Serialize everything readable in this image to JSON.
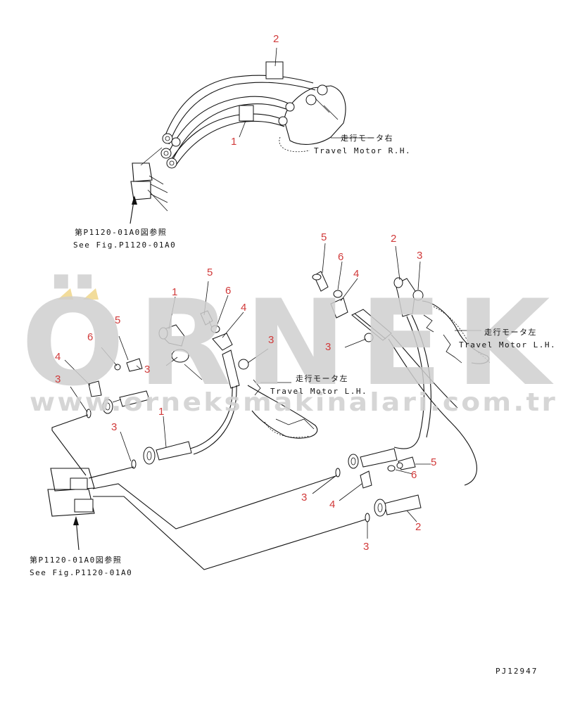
{
  "watermark": {
    "brand": "ÖRNEK",
    "url": "www.orneksmakinalari.com.tr",
    "accent_color": "#f2dc9a",
    "text_color": "#cfcfcf"
  },
  "callout_color": "#d13a3a",
  "labels": {
    "motor_rh_jp": "走行モータ右",
    "motor_rh_en": "Travel Motor R.H.",
    "motor_lh_top_jp": "走行モータ左",
    "motor_lh_top_en": "Travel Motor L.H.",
    "motor_lh_mid_jp": "走行モータ左",
    "motor_lh_mid_en": "Travel Motor L.H.",
    "ref_top_jp": "第P1120-01A0図参照",
    "ref_top_en": "See Fig.P1120-01A0",
    "ref_bottom_jp": "第P1120-01A0図参照",
    "ref_bottom_en": "See Fig.P1120-01A0",
    "part_id": "PJ12947"
  },
  "callouts": {
    "top_2": "2",
    "top_1": "1",
    "m_5a": "5",
    "m_1a": "1",
    "m_6a": "6",
    "m_4a": "4",
    "m_3a": "3",
    "l_5": "5",
    "l_6": "6",
    "l_4": "4",
    "l_3a": "3",
    "l_3b": "3",
    "m_3b": "3",
    "m_1b": "1",
    "r_5": "5",
    "r_6": "6",
    "r_4": "4",
    "r_2": "2",
    "r_3a": "3",
    "r_3b": "3",
    "b_5": "5",
    "b_6": "6",
    "b_3a": "3",
    "b_4": "4",
    "b_2": "2",
    "b_3b": "3"
  }
}
